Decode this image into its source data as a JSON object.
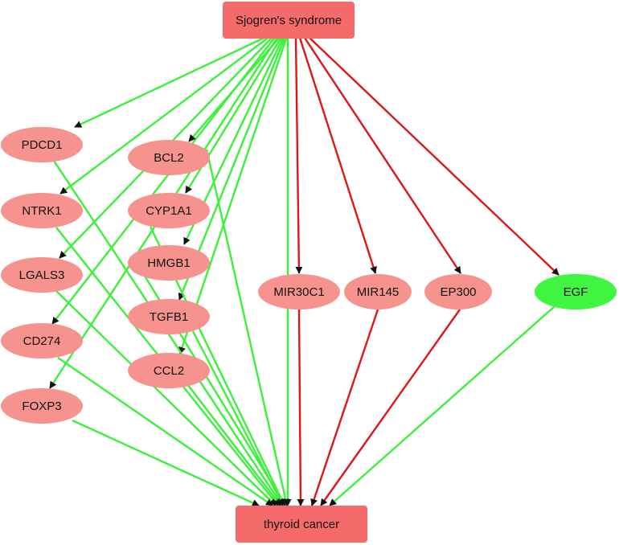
{
  "colors": {
    "node_fill": "#f7938f",
    "box_fill": "#f56a6a",
    "egf_fill": "#3ff53f",
    "edge_green": "#3cf03c",
    "edge_red": "#dd1616",
    "arrowhead": "#111111"
  },
  "nodes": [
    {
      "id": "sjogren",
      "label": "Sjogren's syndrome",
      "shape": "box",
      "color": "box"
    },
    {
      "id": "thyroid",
      "label": "thyroid cancer",
      "shape": "box",
      "color": "box"
    },
    {
      "id": "pdcd1",
      "label": "PDCD1",
      "shape": "ellipse",
      "color": "node"
    },
    {
      "id": "ntrk1",
      "label": "NTRK1",
      "shape": "ellipse",
      "color": "node"
    },
    {
      "id": "lgals3",
      "label": "LGALS3",
      "shape": "ellipse",
      "color": "node"
    },
    {
      "id": "cd274",
      "label": "CD274",
      "shape": "ellipse",
      "color": "node"
    },
    {
      "id": "foxp3",
      "label": "FOXP3",
      "shape": "ellipse",
      "color": "node"
    },
    {
      "id": "bcl2",
      "label": "BCL2",
      "shape": "ellipse",
      "color": "node"
    },
    {
      "id": "cyp1a1",
      "label": "CYP1A1",
      "shape": "ellipse",
      "color": "node"
    },
    {
      "id": "hmgb1",
      "label": "HMGB1",
      "shape": "ellipse",
      "color": "node"
    },
    {
      "id": "tgfb1",
      "label": "TGFB1",
      "shape": "ellipse",
      "color": "node"
    },
    {
      "id": "ccl2",
      "label": "CCL2",
      "shape": "ellipse",
      "color": "node"
    },
    {
      "id": "mir30c1",
      "label": "MIR30C1",
      "shape": "ellipse",
      "color": "node"
    },
    {
      "id": "mir145",
      "label": "MIR145",
      "shape": "ellipse",
      "color": "node"
    },
    {
      "id": "ep300",
      "label": "EP300",
      "shape": "ellipse",
      "color": "node"
    },
    {
      "id": "egf",
      "label": "EGF",
      "shape": "ellipse",
      "color": "egf"
    }
  ],
  "edges": [
    {
      "from": "sjogren",
      "to": "pdcd1",
      "color": "green"
    },
    {
      "from": "sjogren",
      "to": "ntrk1",
      "color": "green"
    },
    {
      "from": "sjogren",
      "to": "lgals3",
      "color": "green"
    },
    {
      "from": "sjogren",
      "to": "cd274",
      "color": "green"
    },
    {
      "from": "sjogren",
      "to": "foxp3",
      "color": "green"
    },
    {
      "from": "sjogren",
      "to": "bcl2",
      "color": "green"
    },
    {
      "from": "sjogren",
      "to": "cyp1a1",
      "color": "green"
    },
    {
      "from": "sjogren",
      "to": "hmgb1",
      "color": "green"
    },
    {
      "from": "sjogren",
      "to": "tgfb1",
      "color": "green"
    },
    {
      "from": "sjogren",
      "to": "ccl2",
      "color": "green"
    },
    {
      "from": "sjogren",
      "to": "thyroid",
      "color": "green"
    },
    {
      "from": "sjogren",
      "to": "mir30c1",
      "color": "red"
    },
    {
      "from": "sjogren",
      "to": "mir145",
      "color": "red"
    },
    {
      "from": "sjogren",
      "to": "ep300",
      "color": "red"
    },
    {
      "from": "sjogren",
      "to": "egf",
      "color": "red"
    },
    {
      "from": "pdcd1",
      "to": "thyroid",
      "color": "green"
    },
    {
      "from": "ntrk1",
      "to": "thyroid",
      "color": "green"
    },
    {
      "from": "lgals3",
      "to": "thyroid",
      "color": "green"
    },
    {
      "from": "cd274",
      "to": "thyroid",
      "color": "green"
    },
    {
      "from": "foxp3",
      "to": "thyroid",
      "color": "green"
    },
    {
      "from": "bcl2",
      "to": "thyroid",
      "color": "green"
    },
    {
      "from": "cyp1a1",
      "to": "thyroid",
      "color": "green"
    },
    {
      "from": "hmgb1",
      "to": "thyroid",
      "color": "green"
    },
    {
      "from": "tgfb1",
      "to": "thyroid",
      "color": "green"
    },
    {
      "from": "ccl2",
      "to": "thyroid",
      "color": "green"
    },
    {
      "from": "mir30c1",
      "to": "thyroid",
      "color": "red"
    },
    {
      "from": "mir145",
      "to": "thyroid",
      "color": "red"
    },
    {
      "from": "ep300",
      "to": "thyroid",
      "color": "red"
    },
    {
      "from": "egf",
      "to": "thyroid",
      "color": "green"
    }
  ]
}
